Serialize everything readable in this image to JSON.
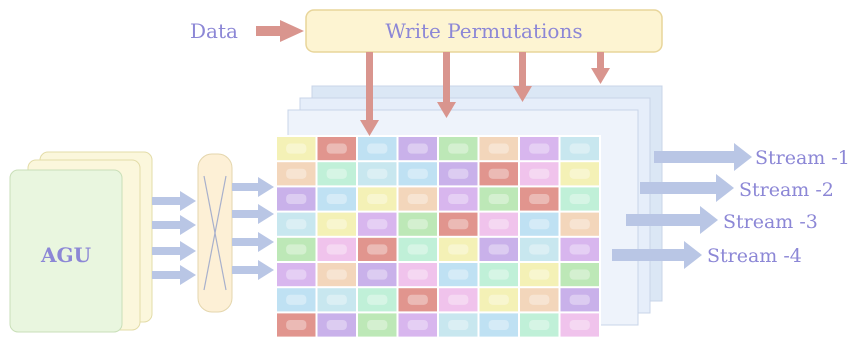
{
  "labels": {
    "data": "Data",
    "write_permutations": "Write Permutations",
    "agu": "AGU",
    "streams": [
      "Stream -1",
      "Stream -2",
      "Stream -3",
      "Stream -4"
    ]
  },
  "colors": {
    "label_text": "#8c87d6",
    "agu_text": "#8c87d6",
    "write_box_fill": "#fdf4d2",
    "write_box_stroke": "#e8d59a",
    "agu_fill": "#e9f6df",
    "agu_back_fill": "#fbf7dc",
    "arrow_red": "#d9958e",
    "arrow_blue": "#b9c6e5",
    "cell_palette": [
      "#f4f1b6",
      "#e1958e",
      "#bfe1f3",
      "#c9b1ea",
      "#bde8b7",
      "#f3d6bb",
      "#d8b6ee",
      "#c8e7ef",
      "#f0c3ec",
      "#c0f0d8"
    ]
  },
  "grid": {
    "front_pattern": [
      [
        0,
        1,
        2,
        3,
        4,
        5,
        6,
        7
      ],
      [
        5,
        9,
        7,
        2,
        3,
        1,
        8,
        0
      ],
      [
        3,
        2,
        0,
        5,
        6,
        4,
        1,
        9
      ],
      [
        7,
        0,
        6,
        4,
        1,
        8,
        2,
        5
      ],
      [
        4,
        8,
        1,
        9,
        0,
        3,
        7,
        6
      ],
      [
        6,
        5,
        3,
        8,
        2,
        9,
        0,
        4
      ],
      [
        2,
        7,
        9,
        1,
        8,
        0,
        5,
        3
      ],
      [
        1,
        3,
        4,
        6,
        7,
        2,
        9,
        8
      ]
    ]
  }
}
